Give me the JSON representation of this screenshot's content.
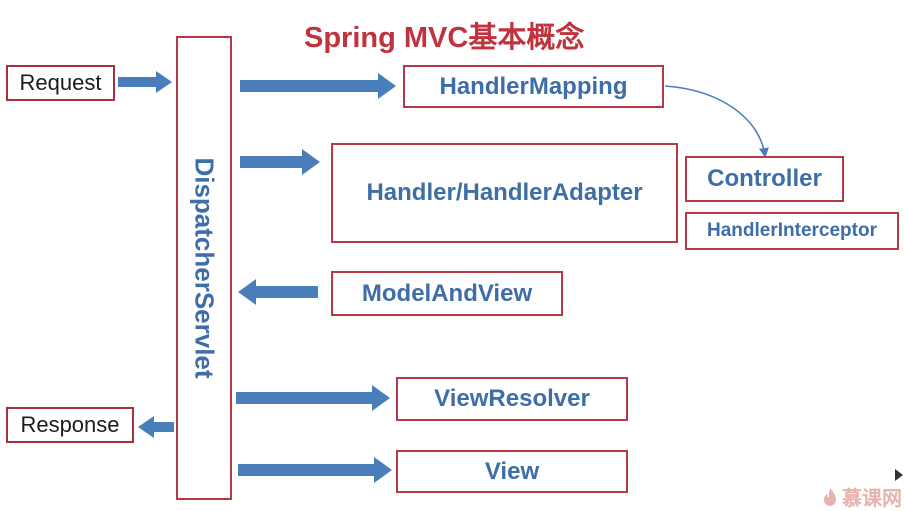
{
  "title": "Spring MVC基本概念",
  "nodes": {
    "request": "Request",
    "response": "Response",
    "dispatcher": "DispatcherServlet",
    "handler_mapping": "HandlerMapping",
    "handler_adapter": "Handler/HandlerAdapter",
    "controller": "Controller",
    "interceptor": "HandlerInterceptor",
    "model_and_view": "ModelAndView",
    "view_resolver": "ViewResolver",
    "view": "View"
  },
  "watermark": {
    "text": "慕课网",
    "icon": "flame-logo-icon"
  },
  "colors": {
    "title": "#c0323d",
    "box_border": "#b53a46",
    "label_blue": "#3d6ea8",
    "arrow_blue": "#4a7ebb"
  }
}
